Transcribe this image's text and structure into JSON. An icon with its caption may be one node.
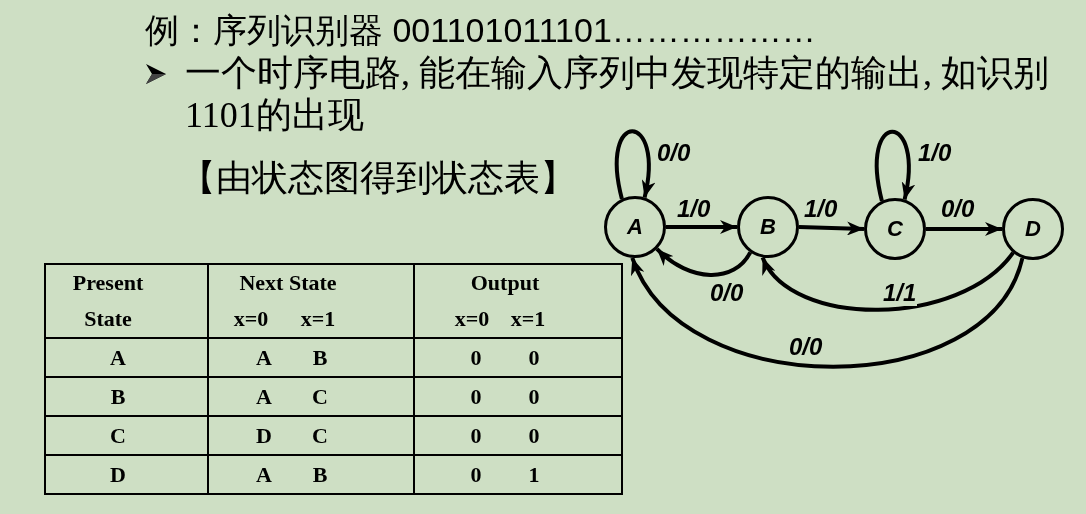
{
  "diagram": {
    "title": "例：序列识别器 001101011101………………",
    "nodes": [
      {
        "text": [
          "A"
        ]
      },
      {
        "text": [
          "B"
        ]
      },
      {
        "text": [
          "C"
        ]
      },
      {
        "text": [
          "D"
        ]
      }
    ],
    "edges": [
      {
        "from": 0,
        "to": 0,
        "arrow": "to",
        "label": "0/0"
      },
      {
        "from": 0,
        "to": 1,
        "arrow": "to",
        "label": "1/0"
      },
      {
        "from": 1,
        "to": 0,
        "arrow": "to",
        "label": "0/0"
      },
      {
        "from": 1,
        "to": 2,
        "arrow": "to",
        "label": "1/0"
      },
      {
        "from": 2,
        "to": 2,
        "arrow": "to",
        "label": "1/0"
      },
      {
        "from": 2,
        "to": 3,
        "arrow": "to",
        "label": "0/0"
      },
      {
        "from": 3,
        "to": 1,
        "arrow": "to",
        "label": "1/1"
      },
      {
        "from": 3,
        "to": 0,
        "arrow": "to",
        "label": "0/0"
      }
    ],
    "labels": [
      "一个时序电路, 能在输入序列中发现特定的输出, 如识别1101的出现",
      "【由状态图得到状态表】",
      "Present State",
      "Next State",
      "Output",
      "x=0",
      "x=1",
      "x=0",
      "x=1",
      "A",
      "A",
      "B",
      "0",
      "0",
      "B",
      "A",
      "C",
      "0",
      "0",
      "C",
      "D",
      "C",
      "0",
      "0",
      "D",
      "A",
      "B",
      "0",
      "1"
    ]
  }
}
